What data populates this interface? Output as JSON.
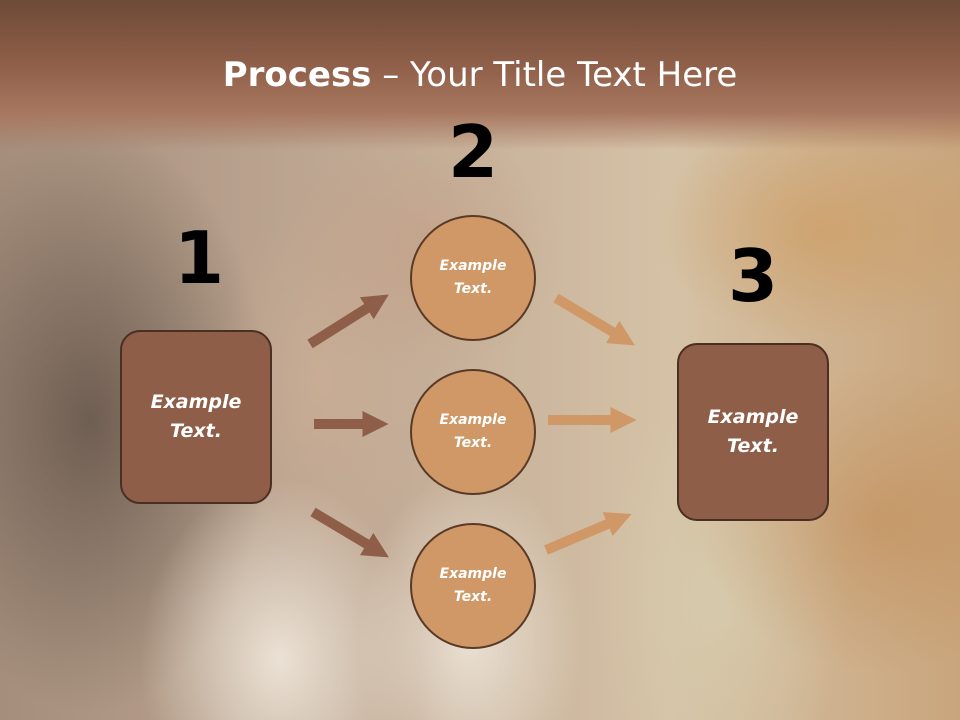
{
  "title": {
    "bold": "Process",
    "rest": " – Your Title Text Here"
  },
  "steps": [
    {
      "number": "1",
      "items": [
        {
          "text": "Example Text."
        }
      ]
    },
    {
      "number": "2",
      "items": [
        {
          "text": "Example Text."
        },
        {
          "text": "Example Text."
        },
        {
          "text": "Example Text."
        }
      ]
    },
    {
      "number": "3",
      "items": [
        {
          "text": "Example Text."
        }
      ]
    }
  ],
  "colors": {
    "box_fill": "#8e5e49",
    "circle_fill": "#cf9866",
    "arrow_left": "#8e5e49",
    "arrow_right": "#cf9866",
    "banner": "#8a5b45"
  }
}
